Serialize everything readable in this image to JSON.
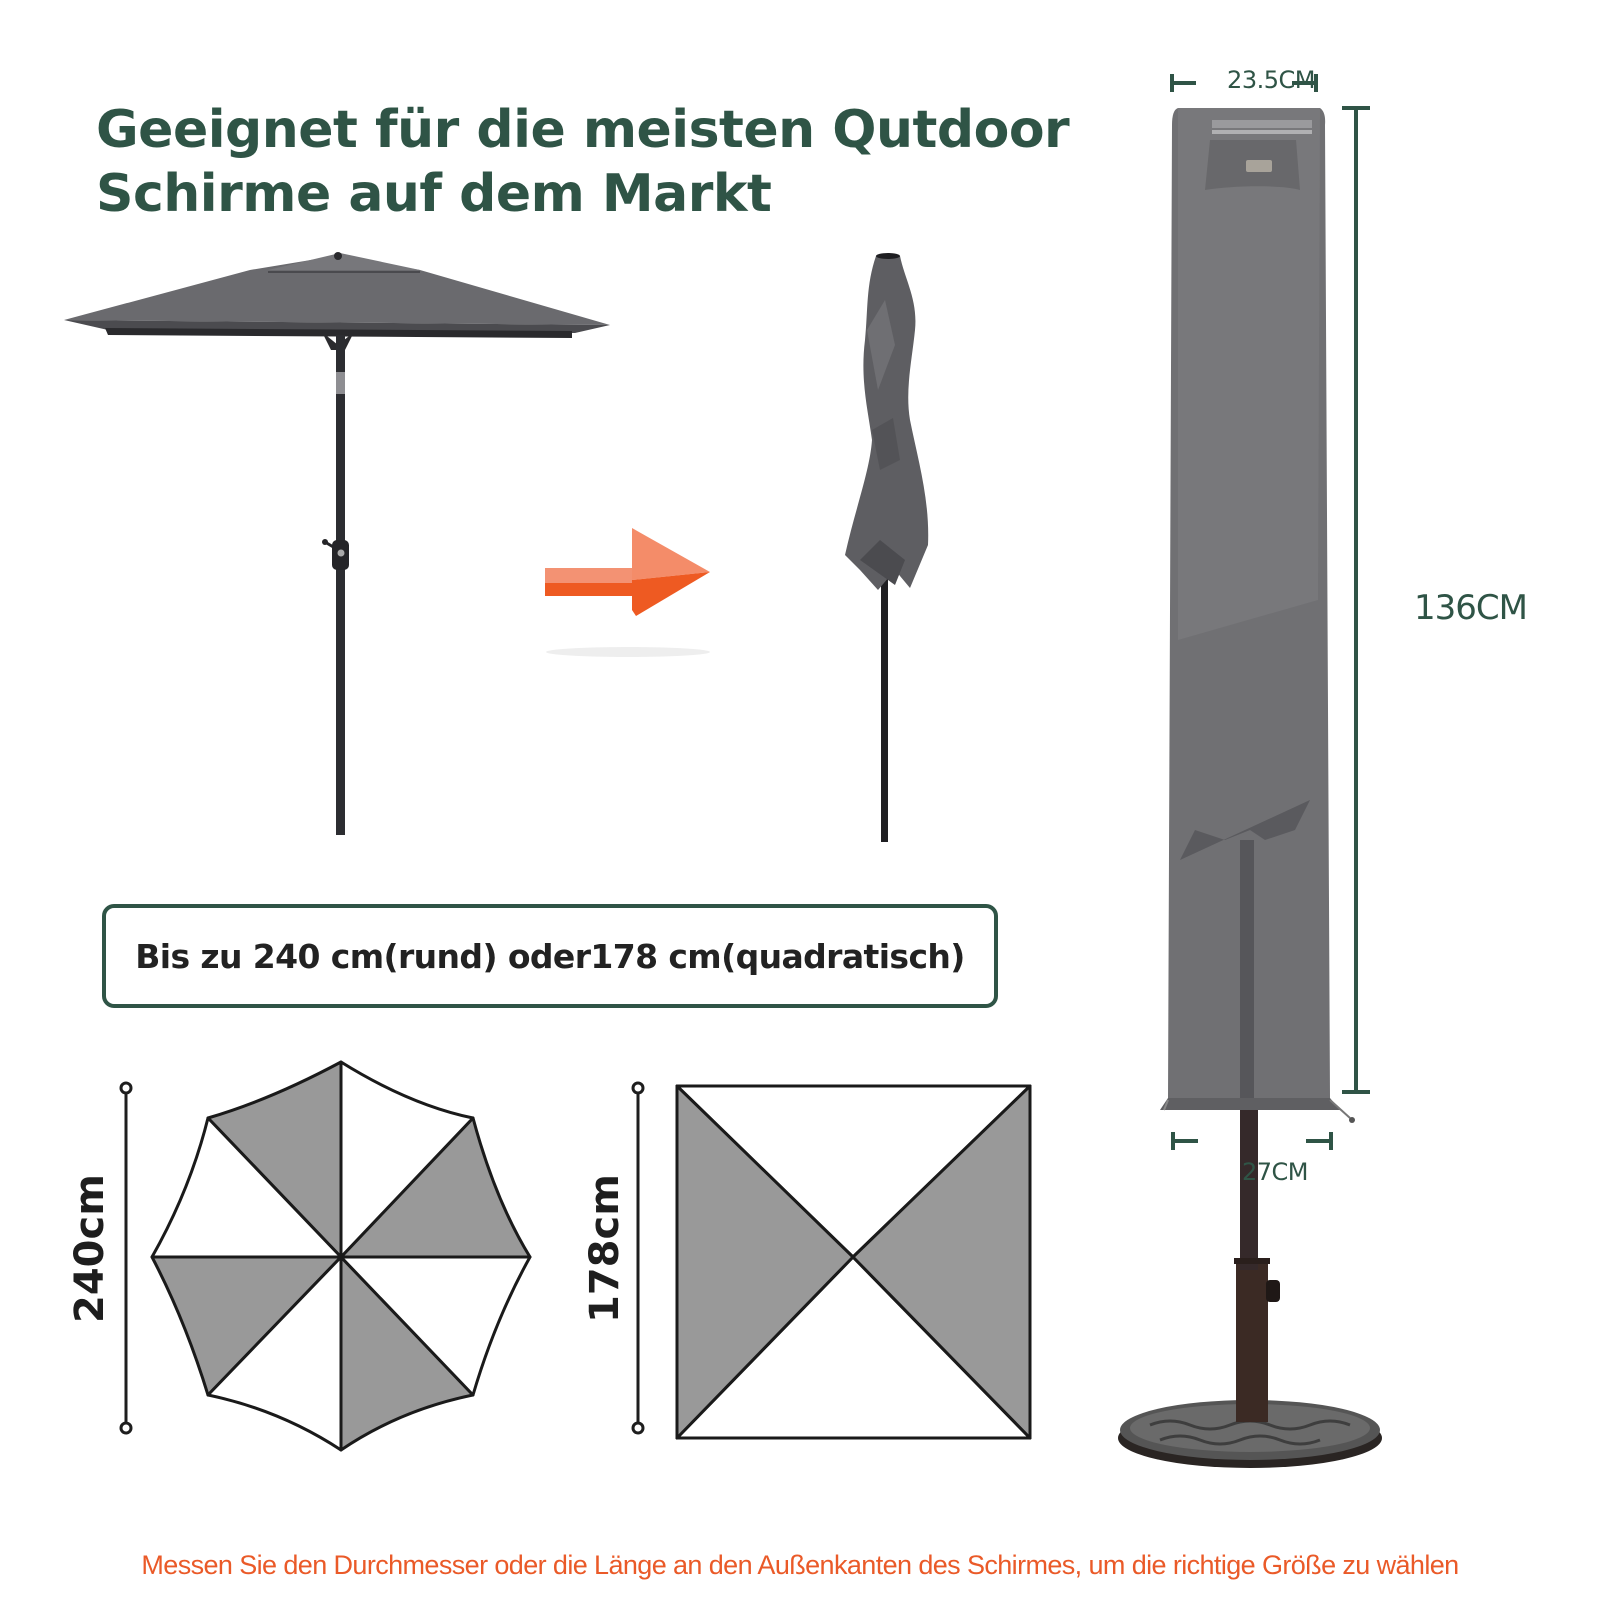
{
  "headline": {
    "line1": "Geeignet für die meisten Qutdoor",
    "line2": "Schirme auf dem Markt"
  },
  "size_box": {
    "text": "Bis zu 240 cm(rund) oder178 cm(quadratisch)"
  },
  "diagrams": {
    "round": {
      "label": "240cm",
      "shape": "octagonal-umbrella-top-view"
    },
    "square": {
      "label": "178cm",
      "shape": "square-umbrella-top-view"
    }
  },
  "cover_dimensions": {
    "top_width": "23.5CM",
    "height": "136CM",
    "bottom_width": "27CM"
  },
  "illustrations": {
    "open_umbrella": "open-square-patio-umbrella",
    "arrow": "right-arrow",
    "closed_umbrella": "closed-patio-umbrella",
    "covered_umbrella": "umbrella-in-cover-with-base"
  },
  "footnote": "Messen Sie den Durchmesser oder die Länge an den Außenkanten des Schirmes, um die richtige Größe zu wählen",
  "colors": {
    "brand_green": "#2f5446",
    "accent_orange": "#ea5a28",
    "fabric_grey": "#6b6b6e",
    "panel_grey": "#9a9a9a",
    "text_dark": "#222222"
  }
}
